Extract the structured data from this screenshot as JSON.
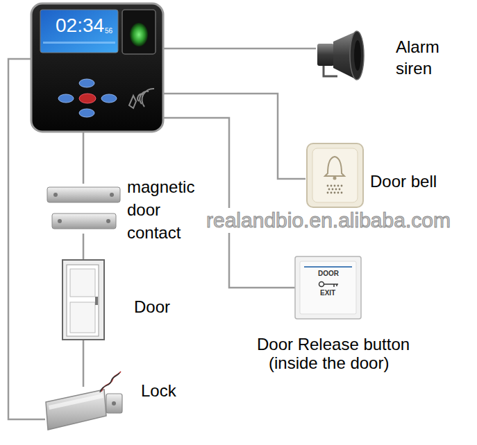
{
  "diagram": {
    "nodes": [
      {
        "text": [
          "02:34",
          "56"
        ]
      },
      {
        "text": [
          "Alarm siren"
        ]
      },
      {
        "text": [
          "Door bell"
        ]
      },
      {
        "text": [
          "magnetic door contact"
        ]
      },
      {
        "text": [
          "Door Release button",
          "(inside the door)"
        ]
      },
      {
        "text": [
          "Door"
        ]
      },
      {
        "text": [
          "Lock"
        ]
      }
    ],
    "edges": [
      {
        "from": 0,
        "to": 1,
        "arrow": "none"
      },
      {
        "from": 0,
        "to": 2,
        "arrow": "none"
      },
      {
        "from": 0,
        "to": 4,
        "arrow": "none"
      },
      {
        "from": 0,
        "to": 6,
        "arrow": "none"
      },
      {
        "from": 0,
        "to": 3,
        "arrow": "none"
      },
      {
        "from": 3,
        "to": 5,
        "arrow": "none"
      },
      {
        "from": 5,
        "to": 6,
        "arrow": "none"
      }
    ],
    "labels": [
      "realandbio.en.alibaba.com",
      "DOOR",
      "EXIT"
    ]
  }
}
